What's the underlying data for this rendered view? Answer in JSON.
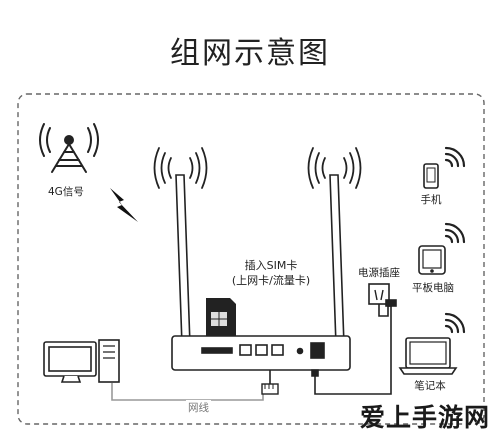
{
  "title": "组网示意图",
  "labels": {
    "tower": "4G信号",
    "sim_line1": "插入SIM卡",
    "sim_line2": "(上网卡/流量卡)",
    "power": "电源插座",
    "cable": "网线",
    "phone": "手机",
    "tablet": "平板电脑",
    "laptop": "笔记本"
  },
  "watermark": "爱上手游网",
  "icons": [
    "cell-tower-icon",
    "lightning-icon",
    "router-icon",
    "antenna-icon",
    "wifi-icon",
    "sim-card-icon",
    "power-plug-icon",
    "ethernet-plug-icon",
    "desktop-computer-icon",
    "phone-icon",
    "tablet-icon",
    "laptop-icon"
  ],
  "colors": {
    "line": "#222222",
    "cable": "#9a9a9a",
    "dash": "#666666"
  }
}
